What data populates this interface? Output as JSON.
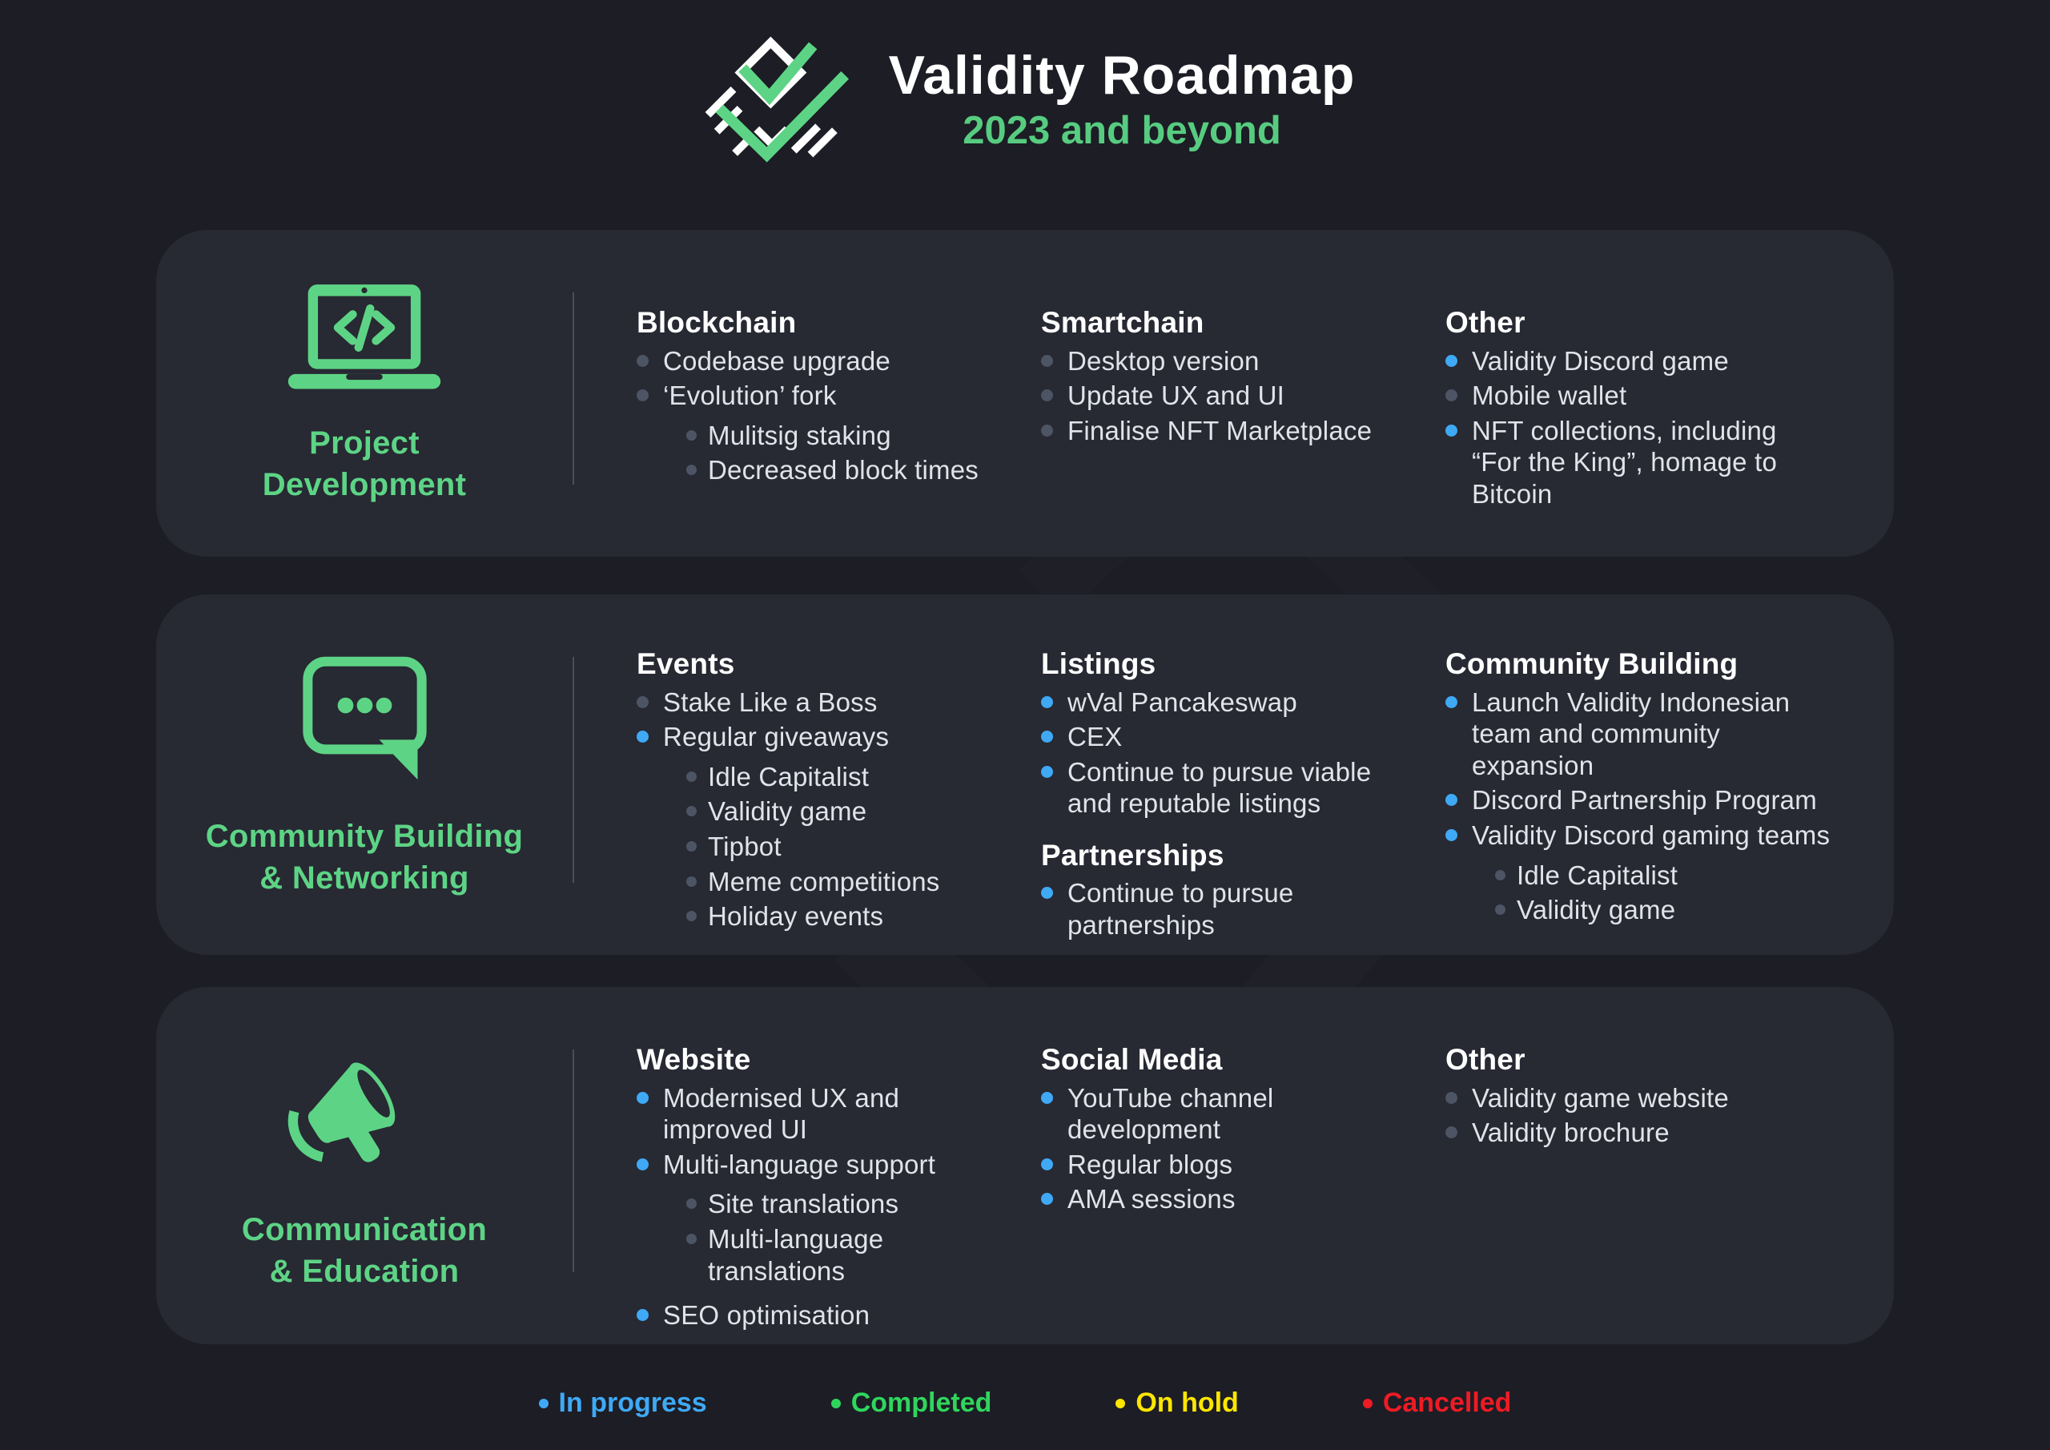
{
  "header": {
    "title": "Validity Roadmap",
    "subtitle": "2023 and beyond"
  },
  "theme": {
    "background": "#1c1d25",
    "panel": "#272933",
    "accent_green": "#5dd485",
    "heading_white": "#ffffff",
    "body_text": "#e0e4ea"
  },
  "status_colors": {
    "in-progress": "#3fa9f5",
    "completed": "#2fd65c",
    "on-hold": "#ffe600",
    "cancelled": "#ee1b24",
    "none": "#4d5464"
  },
  "sections": [
    {
      "label": "Project\nDevelopment",
      "icon": "laptop-code-icon",
      "columns": [
        {
          "groups": [
            {
              "heading": "Blockchain",
              "items": [
                {
                  "text": "Codebase upgrade",
                  "status": "none",
                  "level": 1
                },
                {
                  "text": "‘Evolution’ fork",
                  "status": "none",
                  "level": 1
                },
                {
                  "text": "Mulitsig staking",
                  "status": "none",
                  "level": 2
                },
                {
                  "text": "Decreased block times",
                  "status": "none",
                  "level": 2
                }
              ]
            }
          ]
        },
        {
          "groups": [
            {
              "heading": "Smartchain",
              "items": [
                {
                  "text": "Desktop version",
                  "status": "none",
                  "level": 1
                },
                {
                  "text": "Update UX and UI",
                  "status": "none",
                  "level": 1
                },
                {
                  "text": "Finalise NFT Marketplace",
                  "status": "none",
                  "level": 1
                }
              ]
            }
          ]
        },
        {
          "groups": [
            {
              "heading": "Other",
              "items": [
                {
                  "text": "Validity Discord game",
                  "status": "in-progress",
                  "level": 1
                },
                {
                  "text": "Mobile wallet",
                  "status": "none",
                  "level": 1
                },
                {
                  "text": "NFT collections, including\n“For the King”, homage to\nBitcoin",
                  "status": "in-progress",
                  "level": 1
                }
              ]
            }
          ]
        }
      ]
    },
    {
      "label": "Community Building\n& Networking",
      "icon": "chat-bubble-icon",
      "columns": [
        {
          "groups": [
            {
              "heading": "Events",
              "items": [
                {
                  "text": "Stake Like a Boss",
                  "status": "none",
                  "level": 1
                },
                {
                  "text": "Regular giveaways",
                  "status": "in-progress",
                  "level": 1
                },
                {
                  "text": "Idle Capitalist",
                  "status": "none",
                  "level": 2
                },
                {
                  "text": "Validity game",
                  "status": "none",
                  "level": 2
                },
                {
                  "text": "Tipbot",
                  "status": "none",
                  "level": 2
                },
                {
                  "text": "Meme competitions",
                  "status": "none",
                  "level": 2
                },
                {
                  "text": "Holiday events",
                  "status": "none",
                  "level": 2
                }
              ]
            }
          ]
        },
        {
          "groups": [
            {
              "heading": "Listings",
              "items": [
                {
                  "text": "wVal Pancakeswap",
                  "status": "in-progress",
                  "level": 1
                },
                {
                  "text": "CEX",
                  "status": "in-progress",
                  "level": 1
                },
                {
                  "text": "Continue to pursue viable\nand reputable listings",
                  "status": "in-progress",
                  "level": 1
                }
              ]
            },
            {
              "heading": "Partnerships",
              "items": [
                {
                  "text": "Continue to pursue\npartnerships",
                  "status": "in-progress",
                  "level": 1
                }
              ]
            }
          ]
        },
        {
          "groups": [
            {
              "heading": "Community Building",
              "items": [
                {
                  "text": "Launch Validity Indonesian\nteam and community\nexpansion",
                  "status": "in-progress",
                  "level": 1
                },
                {
                  "text": "Discord Partnership Program",
                  "status": "in-progress",
                  "level": 1
                },
                {
                  "text": "Validity Discord gaming teams",
                  "status": "in-progress",
                  "level": 1
                },
                {
                  "text": "Idle Capitalist",
                  "status": "none",
                  "level": 2
                },
                {
                  "text": "Validity game",
                  "status": "none",
                  "level": 2
                }
              ]
            }
          ]
        }
      ]
    },
    {
      "label": "Communication\n& Education",
      "icon": "megaphone-icon",
      "columns": [
        {
          "groups": [
            {
              "heading": "Website",
              "items": [
                {
                  "text": "Modernised UX and\nimproved UI",
                  "status": "in-progress",
                  "level": 1
                },
                {
                  "text": "Multi-language support",
                  "status": "in-progress",
                  "level": 1
                },
                {
                  "text": "Site translations",
                  "status": "none",
                  "level": 2
                },
                {
                  "text": "Multi-language\ntranslations",
                  "status": "none",
                  "level": 2
                },
                {
                  "text": "SEO optimisation",
                  "status": "in-progress",
                  "level": 1
                }
              ]
            }
          ]
        },
        {
          "groups": [
            {
              "heading": "Social Media",
              "items": [
                {
                  "text": "YouTube channel\ndevelopment",
                  "status": "in-progress",
                  "level": 1
                },
                {
                  "text": "Regular blogs",
                  "status": "in-progress",
                  "level": 1
                },
                {
                  "text": "AMA sessions",
                  "status": "in-progress",
                  "level": 1
                }
              ]
            }
          ]
        },
        {
          "groups": [
            {
              "heading": "Other",
              "items": [
                {
                  "text": "Validity game website",
                  "status": "none",
                  "level": 1
                },
                {
                  "text": "Validity brochure",
                  "status": "none",
                  "level": 1
                }
              ]
            }
          ]
        }
      ]
    }
  ],
  "legend": [
    {
      "label": "In progress",
      "status": "in-progress"
    },
    {
      "label": "Completed",
      "status": "completed"
    },
    {
      "label": "On hold",
      "status": "on-hold"
    },
    {
      "label": "Cancelled",
      "status": "cancelled"
    }
  ]
}
